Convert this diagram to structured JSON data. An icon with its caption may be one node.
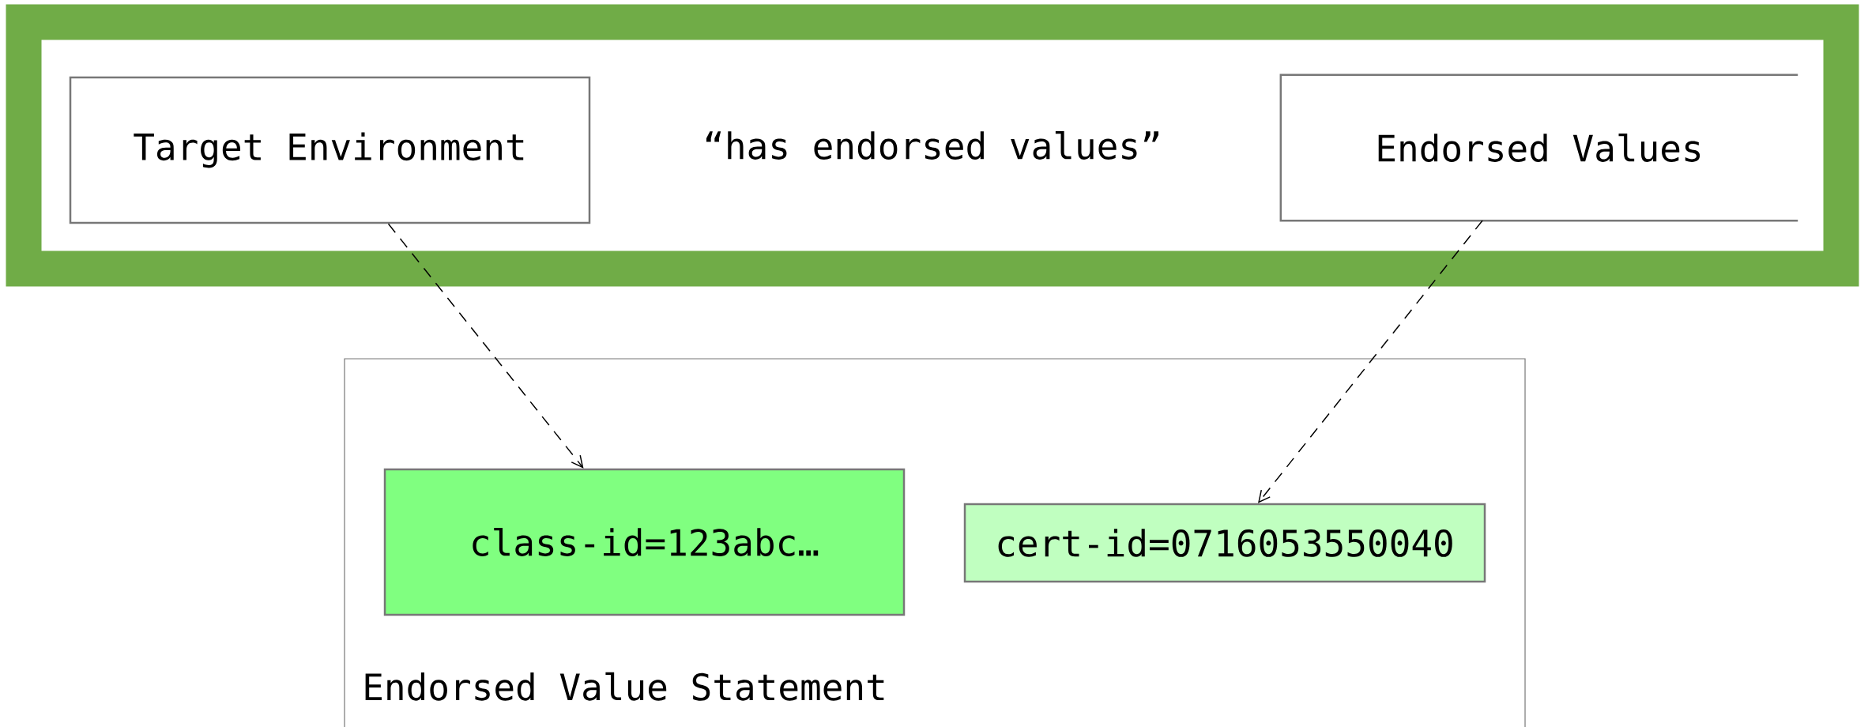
{
  "diagram": {
    "nodes": [
      {
        "text": [
          "“has endorsed values”"
        ]
      },
      {
        "text": [
          "Target Environment"
        ],
        "in": 0
      },
      {
        "text": [
          "Endorsed Values"
        ],
        "in": 0
      },
      {
        "text": [
          "Endorsed Value Statement"
        ]
      },
      {
        "text": [
          "class-id=123abc…"
        ],
        "in": 3
      },
      {
        "text": [
          "cert-id=0716053550040"
        ],
        "in": 3
      }
    ],
    "edges": [
      {
        "from": 1,
        "to": 4,
        "arrow": "to",
        "style": "dashed"
      },
      {
        "from": 2,
        "to": 5,
        "arrow": "to",
        "style": "dashed"
      }
    ]
  }
}
